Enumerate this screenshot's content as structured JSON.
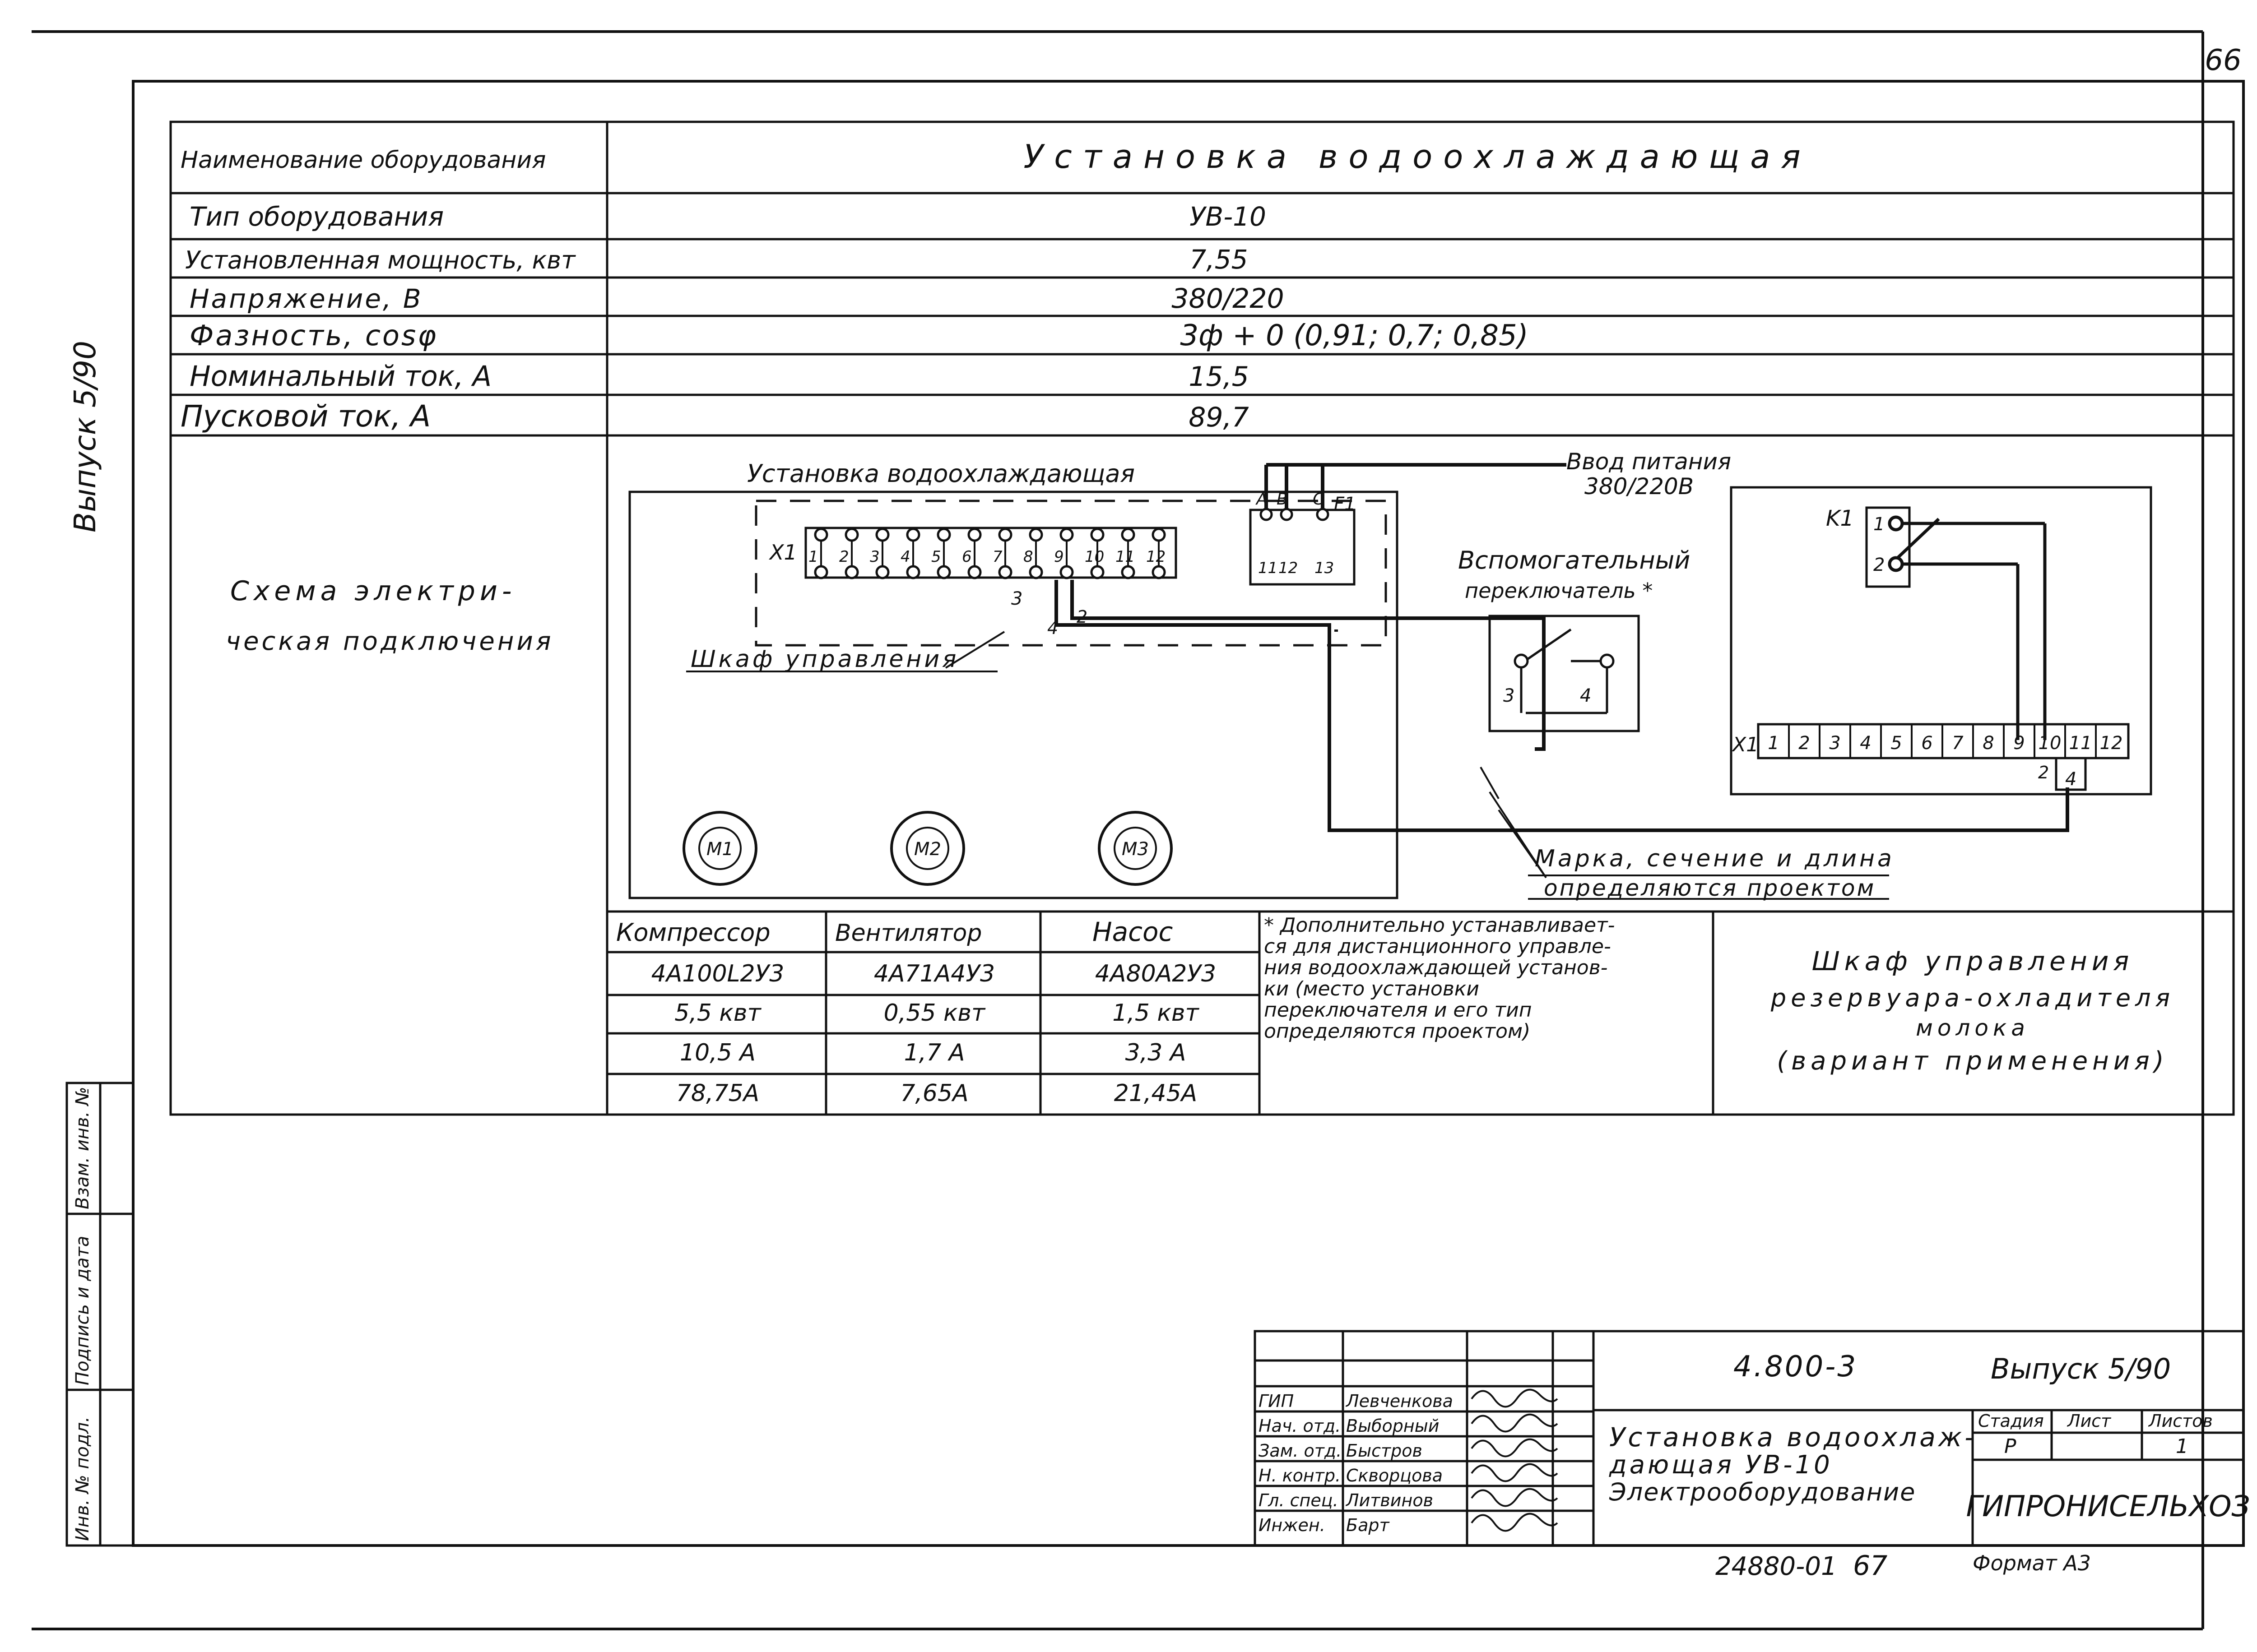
{
  "sheet": {
    "page_number": "66",
    "side_label": "Выпуск 5/90",
    "inventory_fields": [
      "Инв. № подл.",
      "Подпись и дата",
      "Взам. инв. №"
    ]
  },
  "spec_table": {
    "rows": [
      {
        "label": "Наименование оборудования",
        "value": "Установка водоохлаждающая"
      },
      {
        "label": "Тип оборудования",
        "value": "УВ-10"
      },
      {
        "label": "Установленная мощность, квт",
        "value": "7,55"
      },
      {
        "label": "Напряжение, В",
        "value": "380/220"
      },
      {
        "label": "Фазность, cosφ",
        "value": "3ф + 0 (0,91; 0,7; 0,85)"
      },
      {
        "label": "Номинальный ток, А",
        "value": "15,5"
      },
      {
        "label": "Пусковой ток, А",
        "value": "89,7"
      }
    ],
    "schema_label_line1": "Схема электри-",
    "schema_label_line2": "ческая подключения"
  },
  "diagram": {
    "unit_title": "Установка водоохлаждающая",
    "cabinet_label": "Шкаф управления",
    "terminal_label": "X1",
    "terminal_numbers": [
      "1",
      "2",
      "3",
      "4",
      "5",
      "6",
      "7",
      "8",
      "9",
      "10",
      "11",
      "12"
    ],
    "phase_labels": [
      "A",
      "B",
      "C"
    ],
    "fuse_label": "F1",
    "fuse_numbers": [
      "11",
      "12",
      "13"
    ],
    "wire_marks": [
      "3",
      "4",
      "2"
    ],
    "supply_line1": "Ввод питания",
    "supply_line2": "380/220В",
    "switch_line1": "Вспомогательный",
    "switch_line2": "переключатель *",
    "switch_terminals": [
      "3",
      "4"
    ],
    "relay_label": "K1",
    "relay_terminals": [
      "1",
      "2"
    ],
    "right_terminal_label": "X1",
    "right_terminal_numbers": [
      "1",
      "2",
      "3",
      "4",
      "5",
      "6",
      "7",
      "8",
      "9",
      "10",
      "11",
      "12"
    ],
    "right_wire_marks": [
      "2",
      "4"
    ],
    "motors": [
      "M1",
      "M2",
      "M3"
    ],
    "cable_note_line1": "Марка, сечение и длина",
    "cable_note_line2": "определяются проектом"
  },
  "motor_table": {
    "headers": [
      "Компрессор",
      "Вентилятор",
      "Насос"
    ],
    "rows": [
      [
        "4А100L2У3",
        "4А71А4У3",
        "4А80А2У3"
      ],
      [
        "5,5 квт",
        "0,55 квт",
        "1,5 квт"
      ],
      [
        "10,5 А",
        "1,7 А",
        "3,3 А"
      ],
      [
        "78,75А",
        "7,65А",
        "21,45А"
      ]
    ]
  },
  "footnote": [
    "* Дополнительно устанавливает-",
    "ся для дистанционного управле-",
    "ния водоохлаждающей установ-",
    "ки (место установки",
    "переключателя и его тип",
    "определяются проектом)"
  ],
  "panel_caption": [
    "Шкаф управления",
    "резервуара-охладителя",
    "молока",
    "(вариант применения)"
  ],
  "title_block": {
    "doc_number": "4.800-3",
    "issue": "Выпуск 5/90",
    "title_lines": [
      "Установка водоохлаж-",
      "дающая УВ-10",
      "Электрооборудование"
    ],
    "stage_headers": [
      "Стадия",
      "Лист",
      "Листов"
    ],
    "stage_values": [
      "Р",
      "",
      "1"
    ],
    "organization": "ГИПРОНИСЕЛЬХОЗ",
    "staff": [
      {
        "role": "ГИП",
        "name": "Левченкова"
      },
      {
        "role": "Нач. отд.",
        "name": "Выборный"
      },
      {
        "role": "Зам. отд.",
        "name": "Быстров"
      },
      {
        "role": "Н. контр.",
        "name": "Скворцова"
      },
      {
        "role": "Гл. спец.",
        "name": "Литвинов"
      },
      {
        "role": "Инжен.",
        "name": "Барт"
      }
    ]
  },
  "footer": {
    "archive_number": "24880-01",
    "copy_page": "67",
    "format": "Формат А3"
  }
}
